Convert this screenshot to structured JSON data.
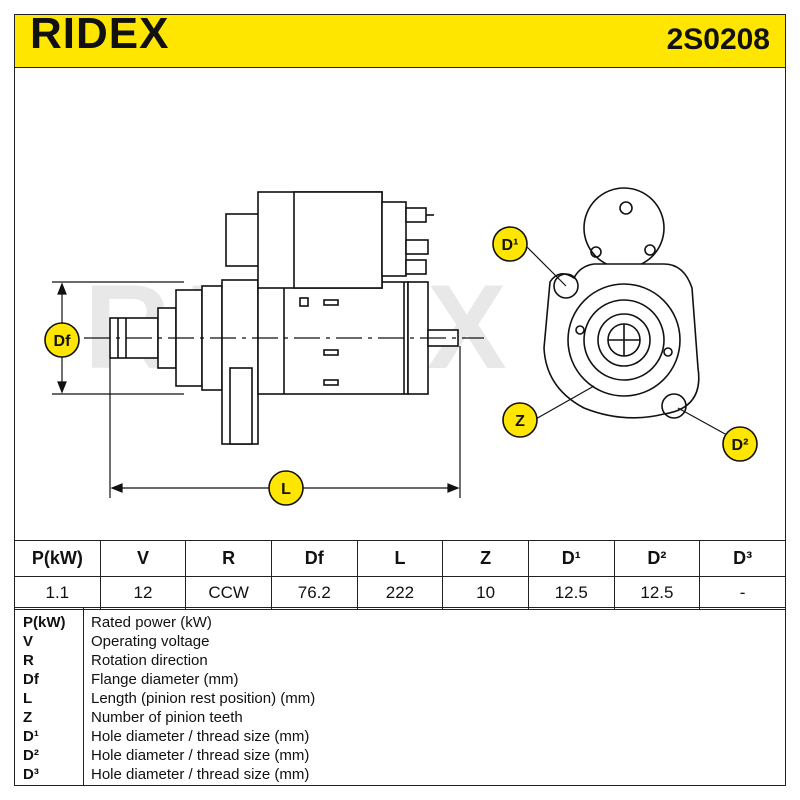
{
  "header": {
    "brand": "RIDEX",
    "part_number": "2S0208"
  },
  "watermark": "RIDEX",
  "dimension_labels": {
    "df": "Df",
    "l": "L",
    "z": "Z",
    "d1": "D¹",
    "d2": "D²"
  },
  "spec_table": {
    "headers": [
      "P(kW)",
      "V",
      "R",
      "Df",
      "L",
      "Z",
      "D¹",
      "D²",
      "D³"
    ],
    "values": [
      "1.1",
      "12",
      "CCW",
      "76.2",
      "222",
      "10",
      "12.5",
      "12.5",
      "-"
    ]
  },
  "legend": [
    {
      "key": "P(kW)",
      "desc": "Rated power (kW)"
    },
    {
      "key": "V",
      "desc": "Operating voltage"
    },
    {
      "key": "R",
      "desc": "Rotation direction"
    },
    {
      "key": "Df",
      "desc": "Flange diameter (mm)"
    },
    {
      "key": "L",
      "desc": "Length (pinion rest position) (mm)"
    },
    {
      "key": "Z",
      "desc": "Number of pinion teeth"
    },
    {
      "key": "D¹",
      "desc": "Hole diameter / thread size (mm)"
    },
    {
      "key": "D²",
      "desc": "Hole diameter / thread size (mm)"
    },
    {
      "key": "D³",
      "desc": "Hole diameter / thread size (mm)"
    }
  ],
  "colors": {
    "header_bg": "#ffe600",
    "badge_bg": "#ffe600",
    "line": "#111111",
    "watermark": "#e6e6e6"
  }
}
